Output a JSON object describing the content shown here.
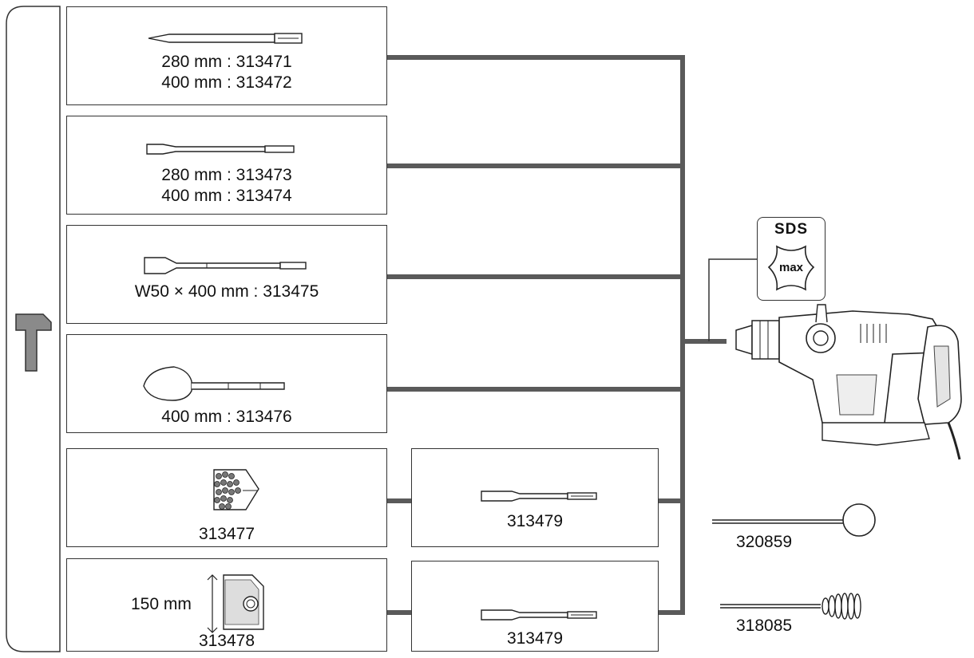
{
  "accessories": {
    "pointed_chisel": {
      "icon": "pointed-chisel-icon",
      "line1": "280 mm : 313471",
      "line2": "400 mm : 313472"
    },
    "flat_chisel": {
      "icon": "flat-chisel-icon",
      "line1": "280 mm : 313473",
      "line2": "400 mm : 313474"
    },
    "wide_chisel": {
      "icon": "wide-chisel-icon",
      "line1": "W50 × 400 mm : 313475"
    },
    "spade_chisel": {
      "icon": "spade-chisel-icon",
      "line1": "400 mm : 313476"
    },
    "bush_hammer": {
      "icon": "bush-hammer-plate-icon",
      "code": "313477"
    },
    "bush_hammer_adapter": {
      "icon": "adapter-shank-icon",
      "code": "313479"
    },
    "tamping_plate": {
      "icon": "tamping-plate-icon",
      "dimension": "150 mm",
      "code": "313478"
    },
    "tamping_adapter": {
      "icon": "adapter-shank-icon",
      "code": "313479"
    },
    "grease_tube": {
      "icon": "grease-tube-icon",
      "code": "320859"
    },
    "brush": {
      "icon": "cleaning-brush-icon",
      "code": "318085"
    }
  },
  "sds_badge": {
    "label": "SDS",
    "sub": "max"
  },
  "tool": {
    "icon": "rotary-hammer-icon"
  },
  "sidebar": {
    "icon": "chisel-mode-hammer-icon"
  }
}
